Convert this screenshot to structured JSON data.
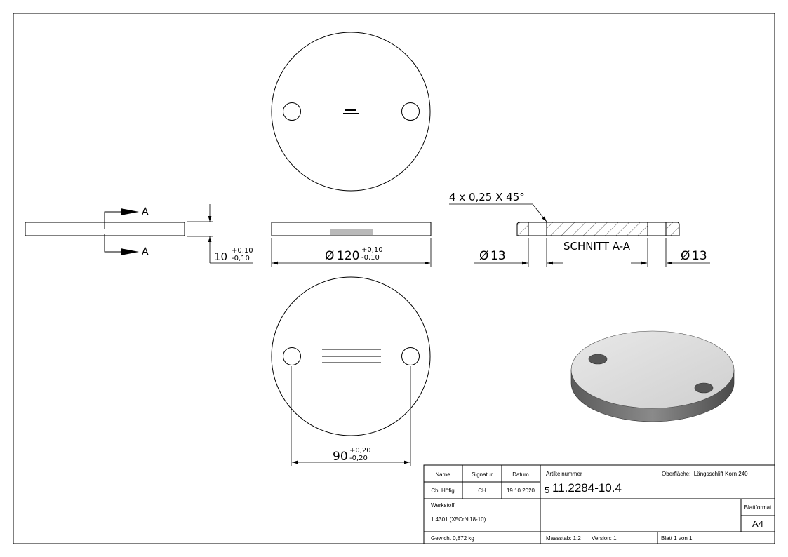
{
  "views": {
    "section_marker": {
      "label": "A"
    },
    "thickness": {
      "nominal": "10",
      "tol_plus": "+0,10",
      "tol_minus": "-0,10"
    },
    "diameter": {
      "symbol": "Ø",
      "nominal": "120",
      "tol_plus": "+0,10",
      "tol_minus": "-0,10"
    },
    "chamfer_note": "4 x 0,25 X 45°",
    "section_title": "SCHNITT A-A",
    "hole_left": {
      "symbol": "Ø",
      "value": "13"
    },
    "hole_right": {
      "symbol": "Ø",
      "value": "13"
    },
    "hole_spacing": {
      "nominal": "90",
      "tol_plus": "+0,20",
      "tol_minus": "-0,20"
    }
  },
  "title_block": {
    "name_header": "Name",
    "signature_header": "Signatur",
    "date_header": "Datum",
    "name": "Ch. Höfig",
    "signature": "CH",
    "date": "19.10.2020",
    "article_label": "Artikelnummer",
    "article_prefix": "5",
    "article_number": "11.2284-10.4",
    "surface": "Oberfläche:  Längsschliff Korn 240",
    "material_label": "Werkstoff:",
    "material": "1.4301 (X5CrNi18-10)",
    "sheet_format_label": "Blattformat",
    "sheet_format": "A4",
    "weight": "Gewicht 0,872 kg",
    "scale": "Massstab: 1:2",
    "version": "Version: 1",
    "sheet": "Blatt 1 von 1"
  }
}
